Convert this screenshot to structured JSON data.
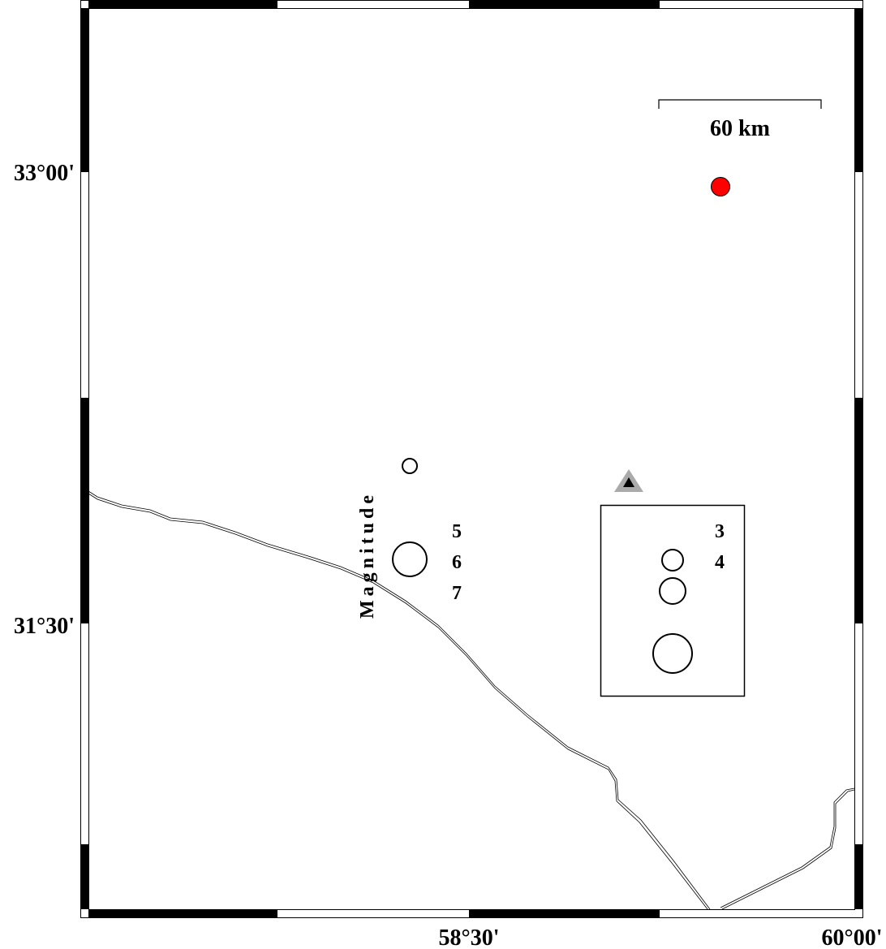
{
  "map": {
    "y_labels": [
      "33°00'",
      "31°30'"
    ],
    "x_labels": [
      "58°30'",
      "60°00'"
    ],
    "scale_bar_label": "60 km",
    "magnitude_title": "Magnitude",
    "magnitude_legend_values": [
      "5",
      "6",
      "7"
    ],
    "box_legend_values": [
      "3",
      "4"
    ],
    "colors": {
      "epicenter": "#ff0000",
      "station_outer": "#aaaaaa",
      "station_inner": "#000000",
      "coastline": "#000000"
    }
  }
}
